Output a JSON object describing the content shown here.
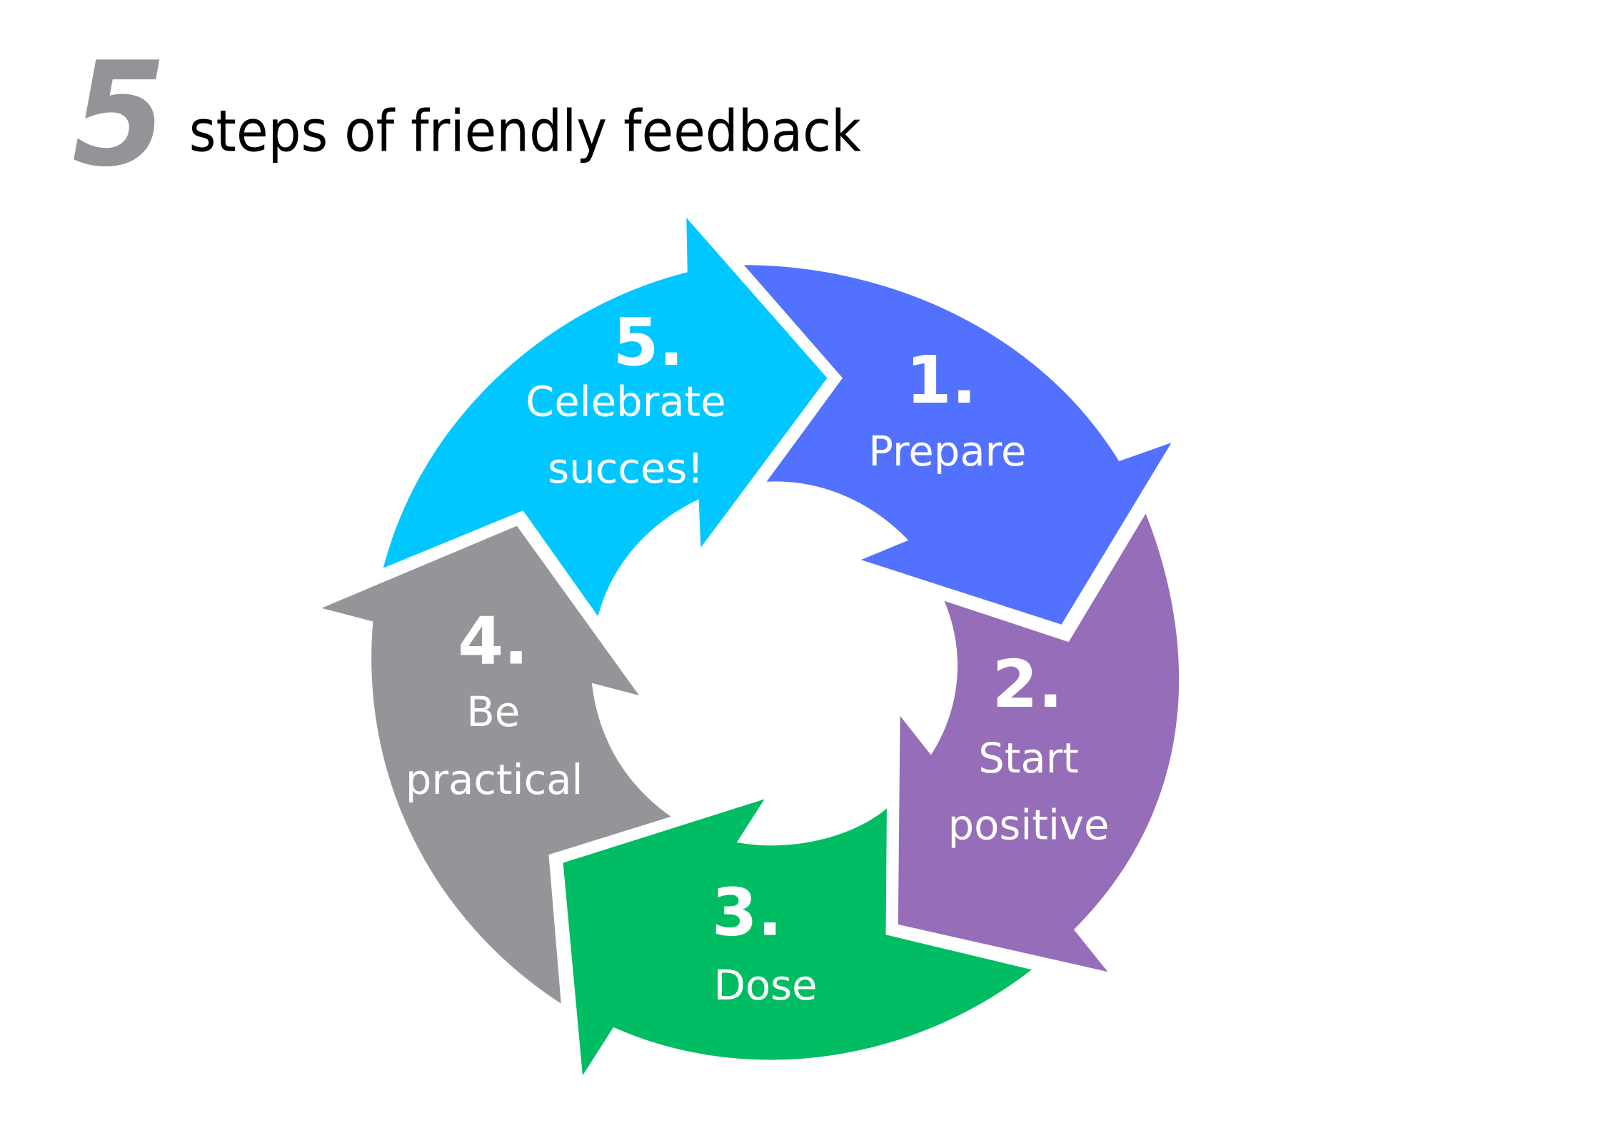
{
  "title": {
    "number": "5",
    "text": "steps of friendly feedback",
    "number_color": "#939497",
    "text_color": "#000000"
  },
  "cycle": {
    "steps": [
      {
        "number": "1.",
        "lines": [
          "Prepare"
        ],
        "color": "#5271FF"
      },
      {
        "number": "2.",
        "lines": [
          "Start",
          "positive"
        ],
        "color": "#956DB8"
      },
      {
        "number": "3.",
        "lines": [
          "Dose"
        ],
        "color": "#00BC62"
      },
      {
        "number": "4.",
        "lines": [
          "Be",
          "practical"
        ],
        "color": "#949598"
      },
      {
        "number": "5.",
        "lines": [
          "Celebrate",
          "succes!"
        ],
        "color": "#00C7FF"
      }
    ],
    "text_color": "#FFFFFF",
    "background": "#FFFFFF"
  }
}
